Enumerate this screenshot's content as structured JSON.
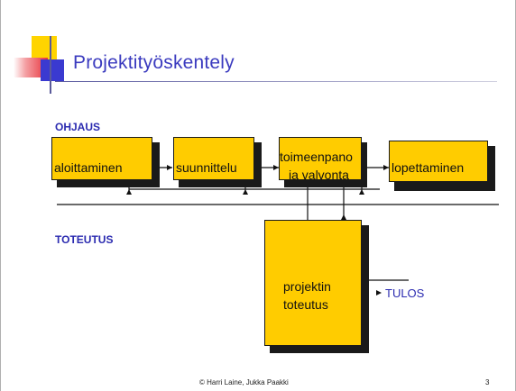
{
  "slide": {
    "title": "Projektityöskentely",
    "footer": "© Harri Laine, Jukka Paakki",
    "page_number": "3"
  },
  "sections": {
    "control": "OHJAUS",
    "execution": "TOTEUTUS"
  },
  "phases": [
    {
      "label": "aloittaminen"
    },
    {
      "label": "suunnittelu"
    },
    {
      "label_line1": "toimeenpano",
      "label_line2": "ja valvonta"
    },
    {
      "label": "lopettaminen"
    }
  ],
  "execution_box": {
    "label_line1": "projektin",
    "label_line2": "toteutus"
  },
  "output": {
    "label": "TULOS"
  },
  "colors": {
    "box_fill": "#ffcc00",
    "box_shadow": "#1a1a1a",
    "title_text": "#3b3bbf",
    "logo_yellow": "#ffd400",
    "logo_red": "#e8323c",
    "logo_blue": "#3a3ad0"
  }
}
